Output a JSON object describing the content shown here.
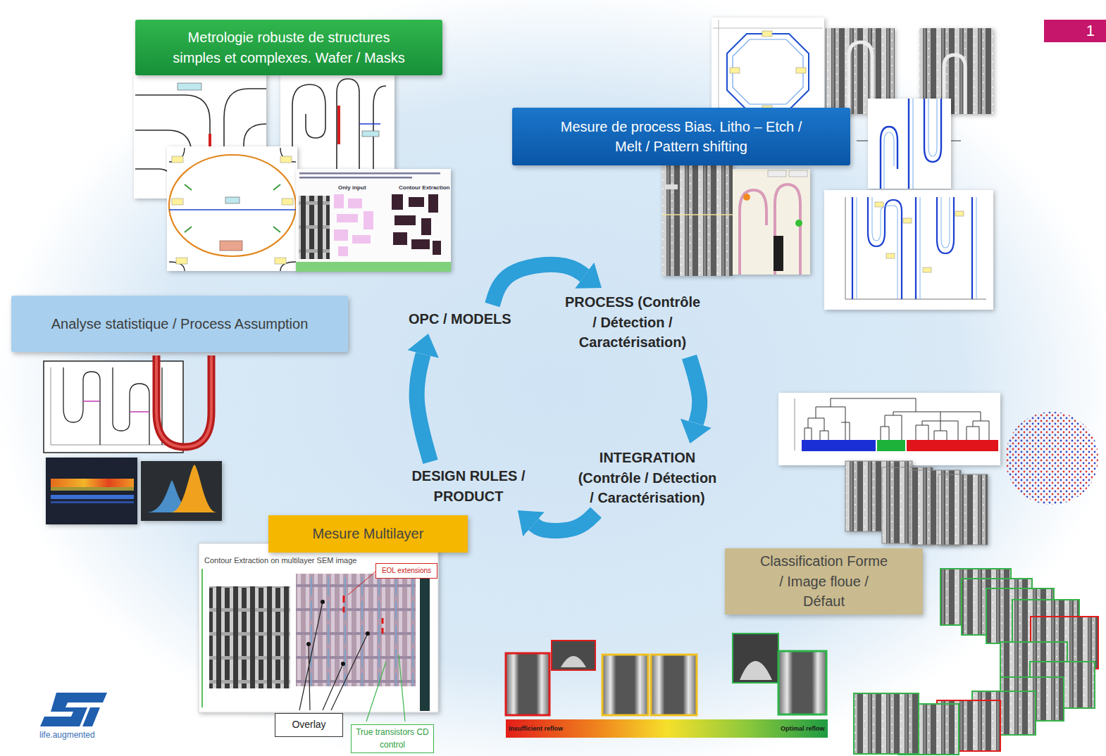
{
  "diagram": {
    "nodes": [
      {
        "text": [
          "1"
        ]
      },
      {
        "text": [
          "Metrologie robuste de structures simples et complexes. Wafer / Masks"
        ]
      },
      {
        "text": [
          "Mesure de process Bias. Litho – Etch / Melt / Pattern shifting"
        ]
      },
      {
        "text": [
          "Analyse statistique / Process Assumption"
        ]
      },
      {
        "text": [
          "OPC / MODELS"
        ]
      },
      {
        "text": [
          "PROCESS (Contrôle / Détection / Caractérisation)"
        ]
      },
      {
        "text": [
          "DESIGN RULES / PRODUCT"
        ]
      },
      {
        "text": [
          "INTEGRATION (Contrôle / Détection / Caractérisation)"
        ]
      },
      {
        "text": [
          "Mesure Multilayer"
        ]
      },
      {
        "text": [
          "EOL extensions"
        ]
      },
      {
        "text": [
          "Classification Forme / Image floue / Défaut"
        ]
      },
      {
        "text": [
          "Overlay"
        ]
      },
      {
        "text": [
          "True transistors CD control"
        ]
      }
    ],
    "edges": [
      {
        "from": 4,
        "to": 5,
        "arrow": "to"
      },
      {
        "from": 5,
        "to": 7,
        "arrow": "to"
      },
      {
        "from": 7,
        "to": 6,
        "arrow": "to"
      },
      {
        "from": 6,
        "to": 4,
        "arrow": "to"
      }
    ],
    "labels": [
      "Only input",
      "Contour Extraction",
      "Contour Extraction on multilayer SEM image",
      "Insufficient reflow",
      "Optimal reflow",
      "life.augmented"
    ]
  }
}
